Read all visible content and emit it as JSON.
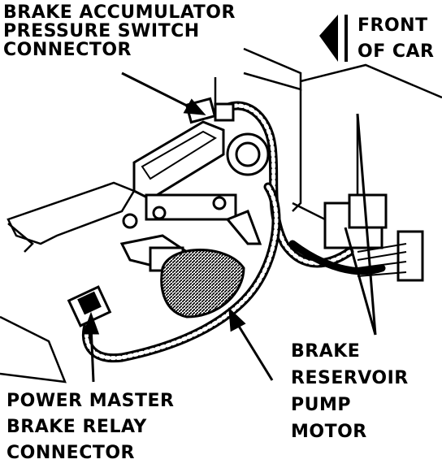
{
  "labels": {
    "accumulator": [
      "BRAKE ACCUMULATOR",
      "PRESSURE SWITCH",
      "CONNECTOR"
    ],
    "front": [
      "FRONT",
      "OF CAR"
    ],
    "reservoir": [
      "BRAKE",
      "RESERVOIR",
      "PUMP",
      "MOTOR"
    ],
    "relay": [
      "POWER MASTER",
      "BRAKE RELAY",
      "CONNECTOR"
    ]
  },
  "colors": {
    "ink": "#000000",
    "paper": "#ffffff"
  }
}
